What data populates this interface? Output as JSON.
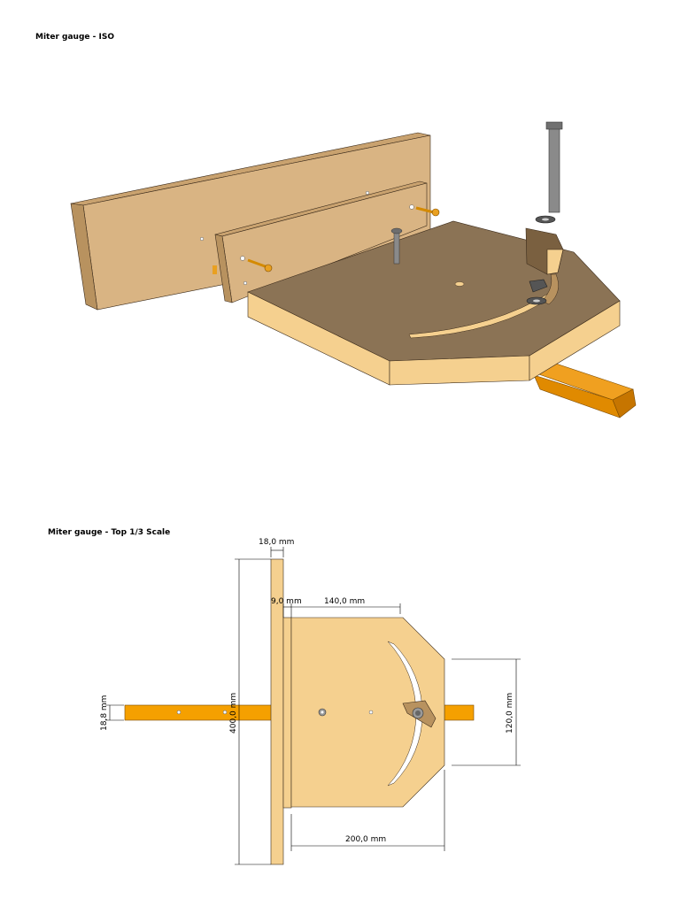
{
  "titles": {
    "iso": "Miter gauge - ISO",
    "top": "Miter gauge - Top 1/3 Scale"
  },
  "dimensions": {
    "fence_thickness": "18,0 mm",
    "offset": "9,0 mm",
    "top_edge": "140,0 mm",
    "fence_length": "400,0 mm",
    "runner_width": "18,8 mm",
    "side_edge": "120,0 mm",
    "base_width": "200,0 mm"
  },
  "colors": {
    "wood_top": "#8b7355",
    "wood_light": "#f5d08f",
    "wood_face": "#d9b483",
    "runner": "#f5a000",
    "metal": "#8a8a8a"
  }
}
